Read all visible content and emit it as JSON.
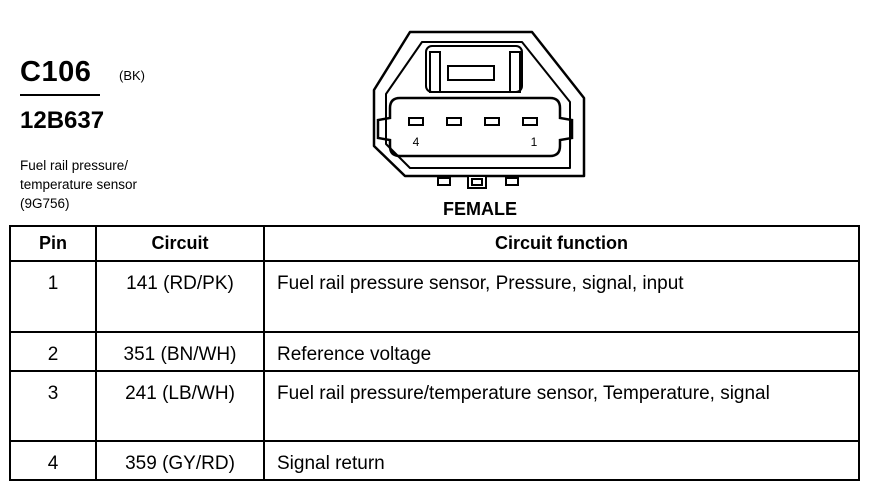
{
  "header": {
    "connector_id": "C106",
    "connector_color": "(BK)",
    "part_number": "12B637",
    "description_lines": [
      "Fuel rail pressure/",
      "temperature sensor",
      "(9G756)"
    ]
  },
  "diagram": {
    "pin_labels": {
      "left": "4",
      "right": "1"
    },
    "gender": "FEMALE"
  },
  "table": {
    "headers": {
      "pin": "Pin",
      "circuit": "Circuit",
      "function": "Circuit function"
    },
    "rows": [
      {
        "pin": "1",
        "circuit": "141 (RD/PK)",
        "function": "Fuel rail pressure sensor, Pressure, signal, input"
      },
      {
        "pin": "2",
        "circuit": "351 (BN/WH)",
        "function": "Reference voltage"
      },
      {
        "pin": "3",
        "circuit": "241 (LB/WH)",
        "function": "Fuel rail pressure/temperature sensor, Temperature, signal"
      },
      {
        "pin": "4",
        "circuit": "359 (GY/RD)",
        "function": "Signal return"
      }
    ]
  }
}
